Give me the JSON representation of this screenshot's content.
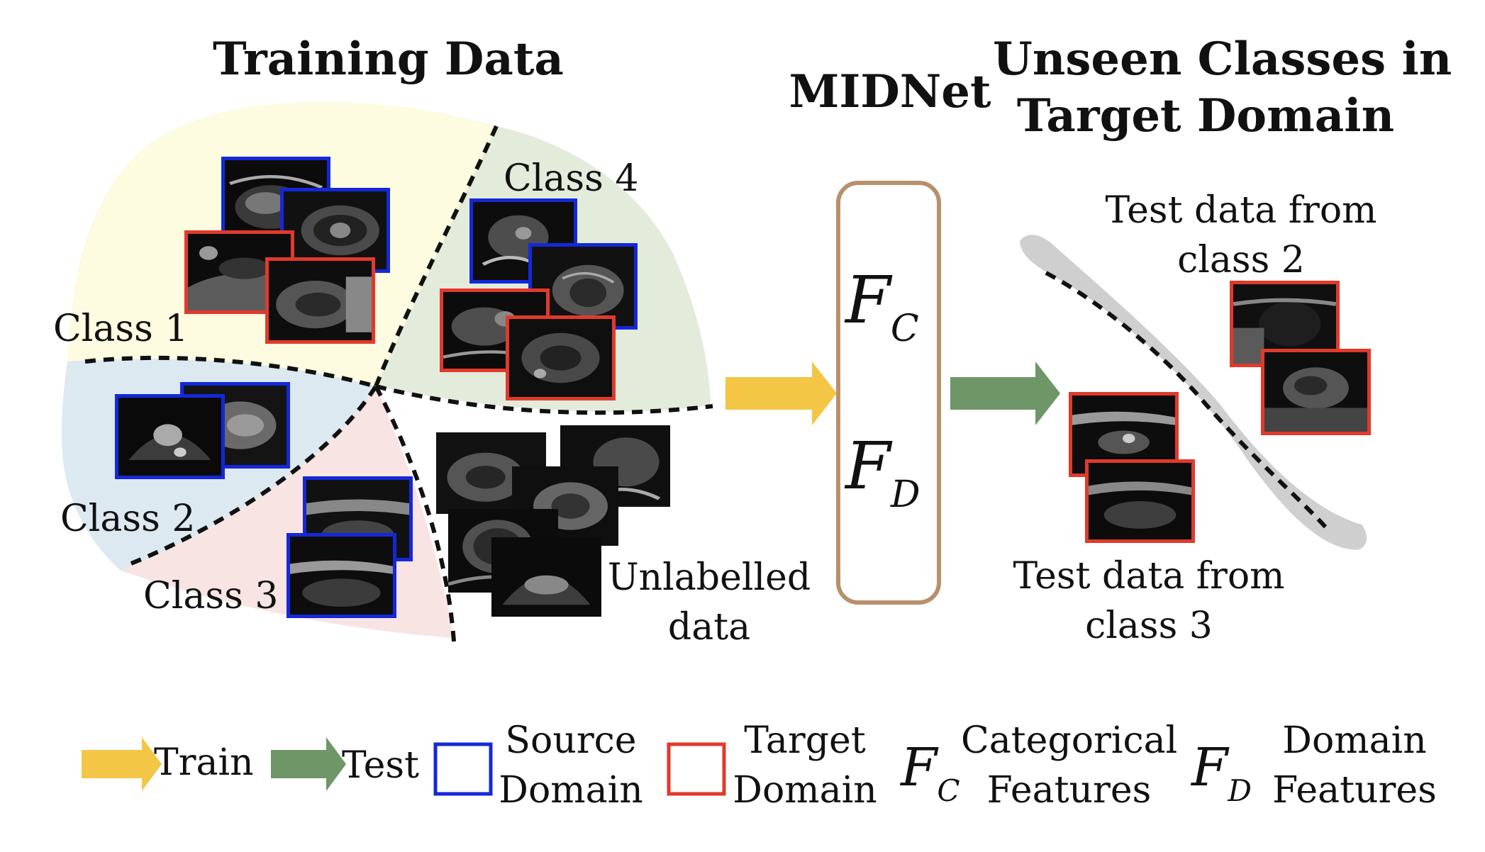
{
  "titles": {
    "training_data": "Training Data",
    "midnet": "MIDNet",
    "unseen": [
      "Unseen Classes in",
      "Target Domain"
    ]
  },
  "classes": {
    "class1": "Class 1",
    "class2": "Class 2",
    "class3": "Class 3",
    "class4": "Class 4"
  },
  "unlabelled": [
    "Unlabelled",
    "data"
  ],
  "network": {
    "fc_letter": "F",
    "fc_sub": "C",
    "fd_letter": "F",
    "fd_sub": "D"
  },
  "test_captions": {
    "class2": [
      "Test data from",
      "class 2"
    ],
    "class3": [
      "Test data from",
      "class 3"
    ]
  },
  "legend": {
    "train": "Train",
    "test": "Test",
    "source": [
      "Source",
      "Domain"
    ],
    "target": [
      "Target",
      "Domain"
    ],
    "fc_letter": "F",
    "fc_sub": "C",
    "categorical": [
      "Categorical",
      "Features"
    ],
    "fd_letter": "F",
    "fd_sub": "D",
    "domain": [
      "Domain",
      "Features"
    ]
  },
  "colors": {
    "class1_region": "#fdfbe0",
    "class2_region": "#dde9f1",
    "class3_region": "#f9e4e4",
    "class4_region": "#e3ecdb",
    "source_border": "#1428d8",
    "target_border": "#e03a2c",
    "train_arrow": "#f3c646",
    "test_arrow": "#6f9666",
    "network_box": "#b8906a",
    "boundary_band": "#cfcfcf"
  },
  "icons": {
    "train_arrow": "yellow-right-arrow",
    "test_arrow": "green-right-arrow",
    "source_swatch": "blue-square-outline",
    "target_swatch": "red-square-outline"
  }
}
